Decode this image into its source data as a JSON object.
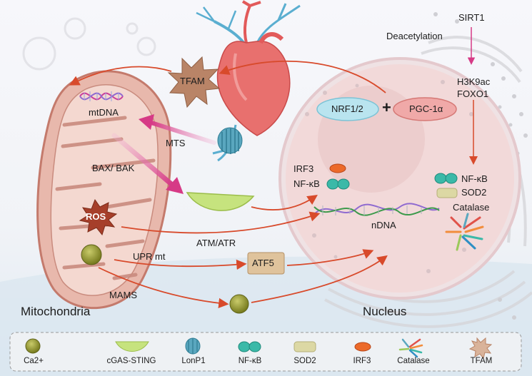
{
  "labels": {
    "sirt1": "SIRT1",
    "deacetylation": "Deacetylation",
    "h3k9ac": "H3K9ac",
    "foxo1": "FOXO1",
    "tfam": "TFAM",
    "mtdna": "mtDNA",
    "mts": "MTS",
    "nrf": "NRF1/2",
    "plus": "+",
    "pgc": "PGC-1α",
    "bax_bak": "BAX/ BAK",
    "irf3": "IRF3",
    "nfkb_left": "NF-κB",
    "nfkb_right": "NF-κB",
    "sod2": "SOD2",
    "catalase": "Catalase",
    "ros": "ROS",
    "ndna": "nDNA",
    "atm_atr": "ATM/ATR",
    "upr_mt": "UPR mt",
    "atf5": "ATF5",
    "mams": "MAMS",
    "mitochondria": "Mitochondria",
    "nucleus": "Nucleus"
  },
  "legend": [
    {
      "icon": "ca2-icon",
      "label": "Ca2+"
    },
    {
      "icon": "cgas-sting-icon",
      "label": "cGAS-STING"
    },
    {
      "icon": "lonp1-icon",
      "label": "LonP1"
    },
    {
      "icon": "nfkb-icon",
      "label": "NF-κB"
    },
    {
      "icon": "sod2-icon",
      "label": "SOD2"
    },
    {
      "icon": "irf3-icon",
      "label": "IRF3"
    },
    {
      "icon": "catalase-icon",
      "label": "Catalase"
    },
    {
      "icon": "tfam-icon",
      "label": "TFAM"
    }
  ],
  "colors": {
    "arrow_red": "#d84a2b",
    "arrow_pink": "#d63a86",
    "mito_fill": "#e8b8ac",
    "mito_stroke": "#c47a6c",
    "nucleus_fill": "#efd3d0",
    "nrf_fill": "#b9e4ef",
    "pgc_fill": "#f0a9a8",
    "atf5_fill": "#dfc39c",
    "ros_fill": "#a63f2a",
    "ca2_fill": "#8b8f2b",
    "cgas_fill": "#c6e37e",
    "lonp1_fill": "#5aa7bf",
    "nfkb_fill": "#3bb9a8",
    "sod2_fill": "#dcd8a4",
    "irf3_fill": "#ec6a2a",
    "tfam_fill": "#b98467"
  }
}
